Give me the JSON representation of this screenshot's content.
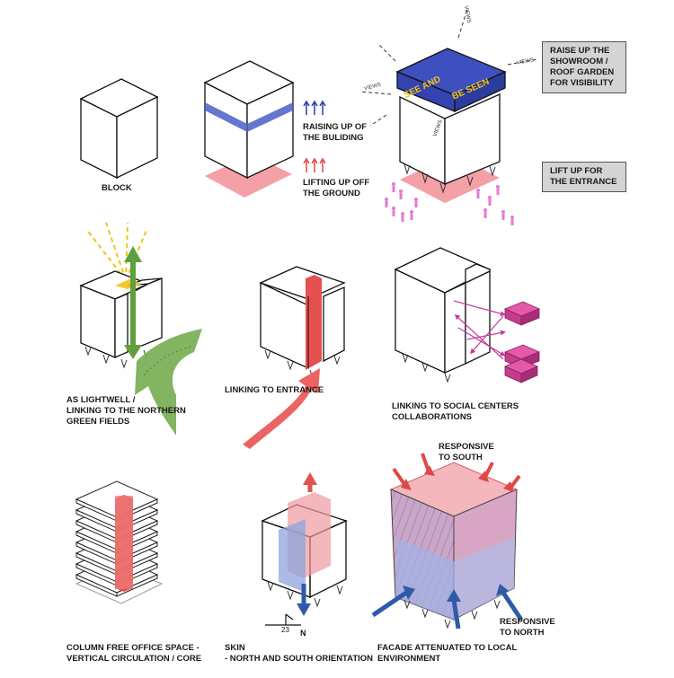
{
  "labels": {
    "block": "BLOCK",
    "raising": "RAISING UP OF\nTHE BULIDING",
    "lifting": "LIFTING UP OFF\nTHE GROUND",
    "raise_showroom": "RAISE UP THE\nSHOWROOM /\nROOF GARDEN\nFOR VISIBILITY",
    "lift_entrance": "LIFT UP FOR\nTHE ENTRANCE",
    "lightwell": "AS LIGHTWELL /\nLINKING TO THE NORTHERN\nGREEN FIELDS",
    "linking_entrance": "LINKING TO ENTRANCE",
    "social": "LINKING TO SOCIAL CENTERS\nCOLLABORATIONS",
    "column_free": "COLUMN FREE OFFICE SPACE -\nVERTICAL CIRCULATION / CORE",
    "skin": "SKIN\n- NORTH AND SOUTH ORIENTATION",
    "facade": "FACADE ATTENUATED TO LOCAL\nENVIRONMENT",
    "responsive_south": "RESPONSIVE\nTO SOUTH",
    "responsive_north": "RESPONSIVE\nTO NORTH",
    "views": "VIEWS",
    "see_and": "SEE AND",
    "be_seen": "BE SEEN",
    "north": "N",
    "angle": "23"
  },
  "colors": {
    "blue": "#4a5ec8",
    "red": "#e04848",
    "pink": "#f4a3a8",
    "green": "#6fa84a",
    "yellow": "#f2c21b",
    "magenta": "#d6338a",
    "people": "#e57ad2"
  }
}
